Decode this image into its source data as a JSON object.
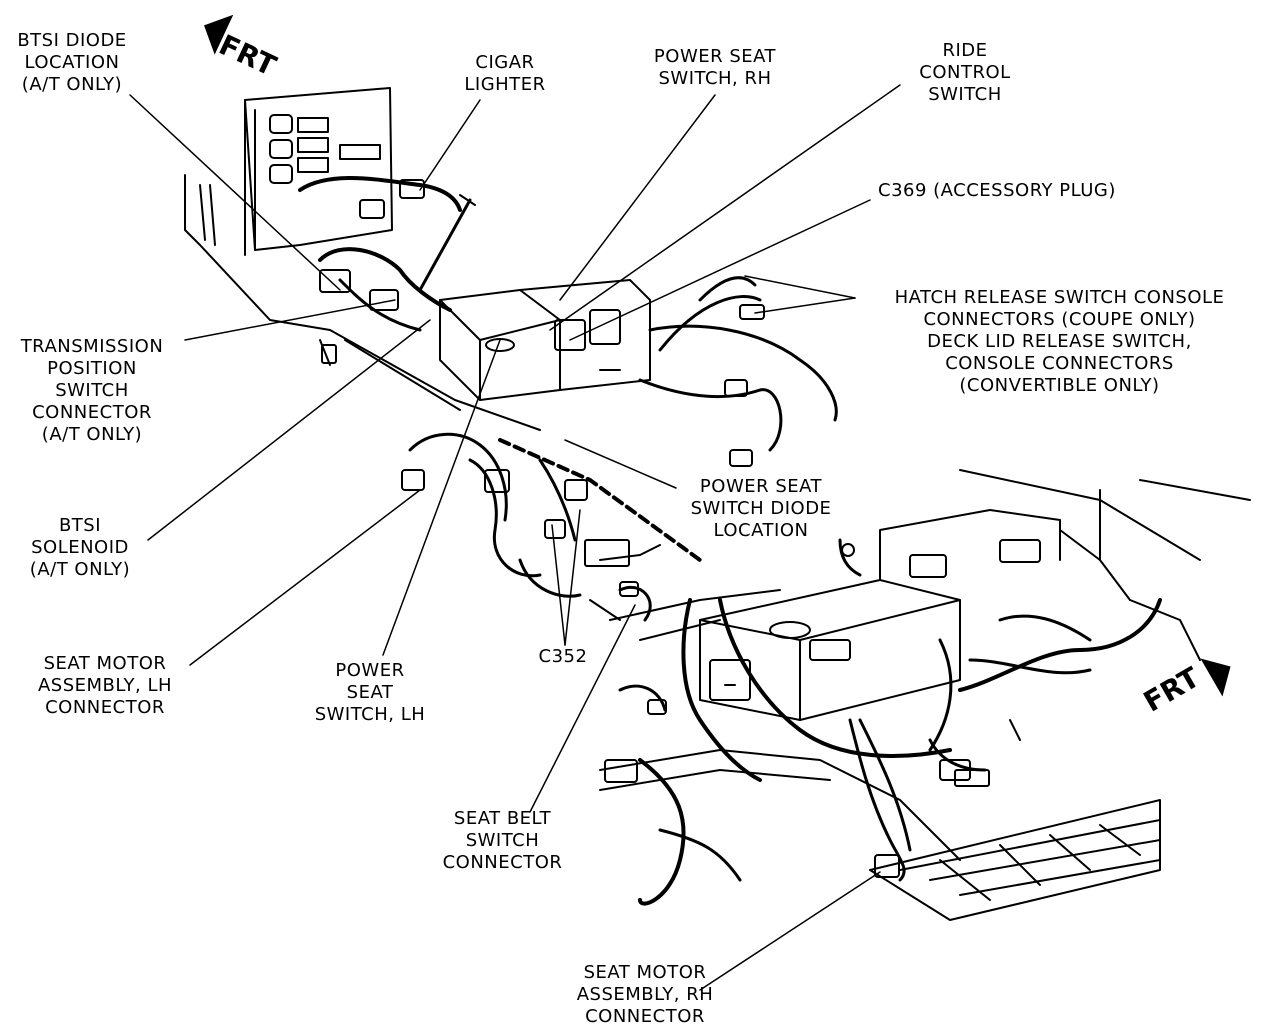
{
  "colors": {
    "ink": "#000000",
    "paper": "#ffffff"
  },
  "frt_markers": {
    "top_left": {
      "text": "FRT",
      "icon": "front-direction-arrow-icon"
    },
    "bottom_right": {
      "text": "FRT",
      "icon": "front-direction-arrow-icon"
    }
  },
  "callouts": {
    "btsi_diode": [
      "BTSI DIODE",
      "LOCATION",
      "(A/T ONLY)"
    ],
    "cigar_lighter": [
      "CIGAR",
      "LIGHTER"
    ],
    "power_seat_switch_rh": [
      "POWER SEAT",
      "SWITCH, RH"
    ],
    "ride_control": [
      "RIDE",
      "CONTROL",
      "SWITCH"
    ],
    "c369": [
      "C369 (ACCESSORY PLUG)"
    ],
    "hatch_release": [
      "HATCH RELEASE SWITCH CONSOLE",
      "CONNECTORS (COUPE ONLY)",
      "DECK LID RELEASE SWITCH,",
      "CONSOLE CONNECTORS",
      "(CONVERTIBLE ONLY)"
    ],
    "transmission_position": [
      "TRANSMISSION",
      "POSITION",
      "SWITCH",
      "CONNECTOR",
      "(A/T ONLY)"
    ],
    "btsi_solenoid": [
      "BTSI",
      "SOLENOID",
      "(A/T ONLY)"
    ],
    "power_seat_diode": [
      "POWER SEAT",
      "SWITCH DIODE",
      "LOCATION"
    ],
    "seat_motor_lh": [
      "SEAT MOTOR",
      "ASSEMBLY, LH",
      "CONNECTOR"
    ],
    "power_seat_switch_lh": [
      "POWER",
      "SEAT",
      "SWITCH, LH"
    ],
    "c352": [
      "C352"
    ],
    "seat_belt": [
      "SEAT BELT",
      "SWITCH",
      "CONNECTOR"
    ],
    "seat_motor_rh": [
      "SEAT MOTOR",
      "ASSEMBLY, RH",
      "CONNECTOR"
    ]
  }
}
